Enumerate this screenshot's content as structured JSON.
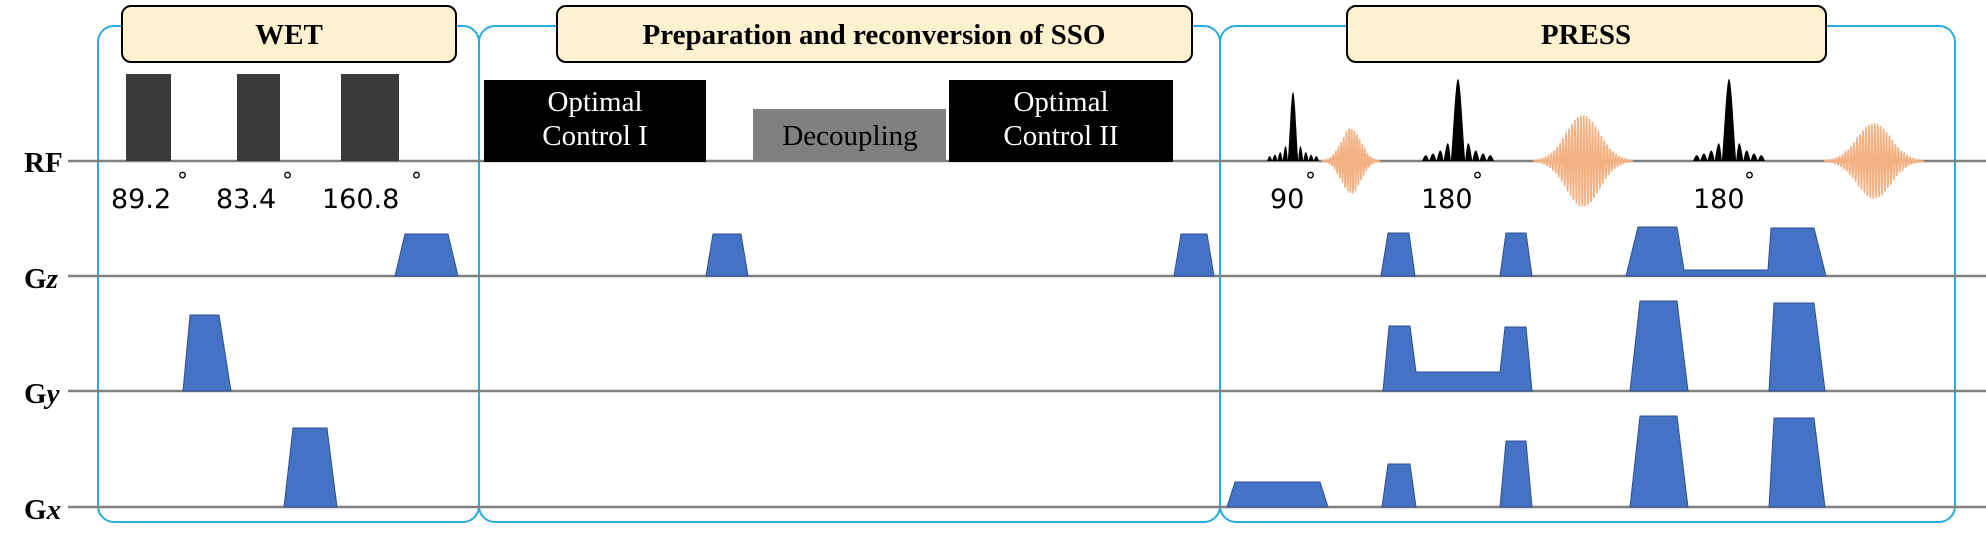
{
  "rows": {
    "rf": "RF",
    "gz_prefix": "G",
    "gz_axis": "z",
    "gy_prefix": "G",
    "gy_axis": "y",
    "gx_prefix": "G",
    "gx_axis": "x"
  },
  "sections": {
    "wet": "WET",
    "sso": "Preparation and reconversion of SSO",
    "press": "PRESS"
  },
  "blocks": {
    "oc1_line1": "Optimal",
    "oc1_line2": "Control I",
    "decoupling": "Decoupling",
    "oc2_line1": "Optimal",
    "oc2_line2": "Control II"
  },
  "flip_angles": {
    "wet1": "89.2",
    "wet2": "83.4",
    "wet3": "160.8",
    "press1": "90",
    "press2": "180",
    "press3": "180",
    "degree_mark": "°"
  },
  "colors": {
    "frame": "#29abe2",
    "label_box_fill": "#fdf1cf",
    "wet_pulse": "#3a3a3a",
    "gradient": "#4472c4",
    "decoupling": "#808080",
    "echo": "#f4b183",
    "baseline": "#808080"
  }
}
